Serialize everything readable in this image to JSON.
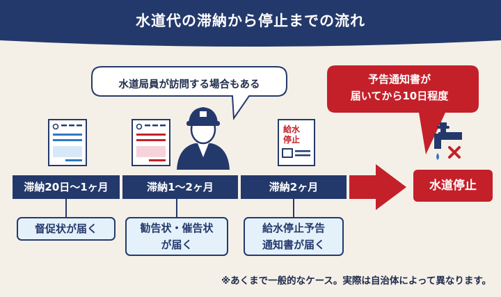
{
  "title": "水道代の滞納から停止までの流れ",
  "speech_bubble": "水道局員が訪問する場合もある",
  "red_bubble": {
    "line1": "予告通知書が",
    "line2": "届いてから10日程度"
  },
  "steps": [
    {
      "label": "滞納20日〜1ヶ月",
      "result_lines": [
        "督促状が届く"
      ]
    },
    {
      "label": "滞納1〜2ヶ月",
      "result_lines": [
        "勧告状・催告状",
        "が届く"
      ]
    },
    {
      "label": "滞納2ヶ月",
      "result_lines": [
        "給水停止予告",
        "通知書が届く"
      ]
    }
  ],
  "final_step": "水道停止",
  "notice_document": {
    "line1": "給水",
    "line2": "停止"
  },
  "footnote": "※あくまで一般的なケース。実際は自治体によって異なります。",
  "icons": [
    "document-icon",
    "document-icon",
    "water-worker-icon",
    "notice-document-icon",
    "faucet-stopped-icon"
  ],
  "colors": {
    "navy": "#24396b",
    "red": "#c4202a",
    "background": "#f4f0e8",
    "light_blue": "#e4f1fb",
    "pink": "#f6d3da"
  }
}
